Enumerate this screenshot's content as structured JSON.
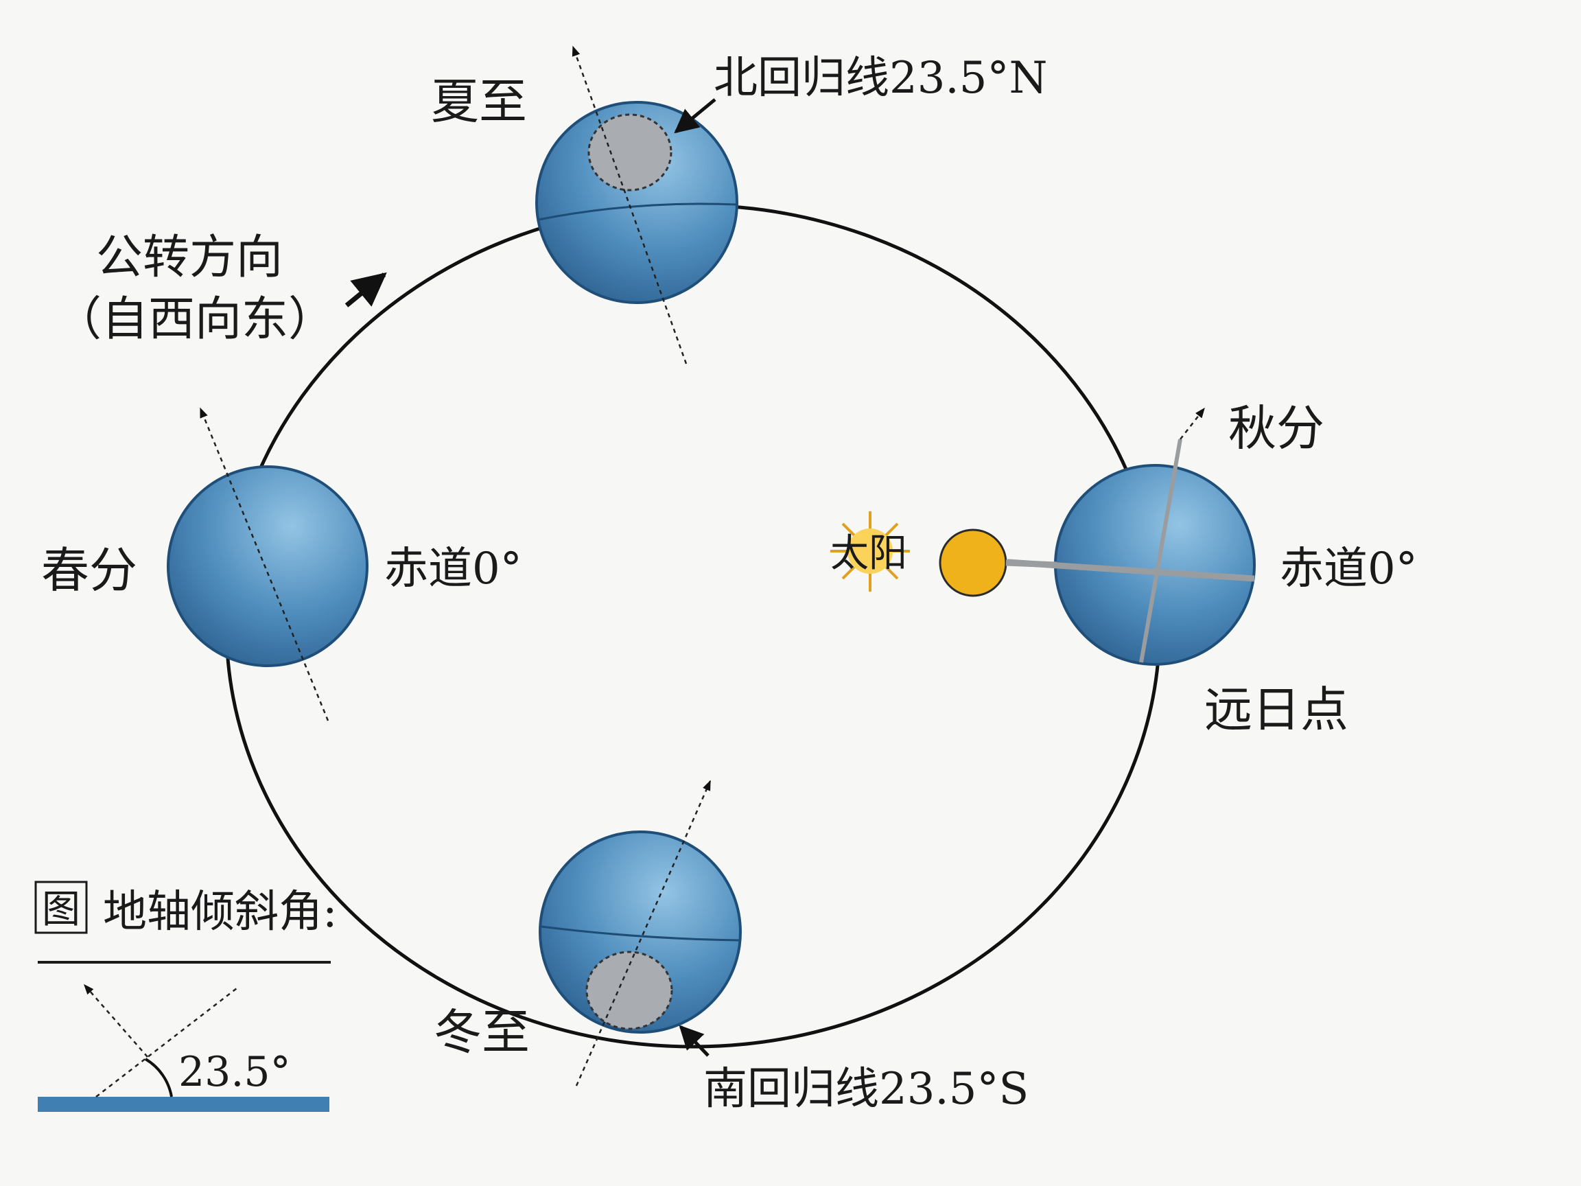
{
  "labels": {
    "summer_solstice": "夏至",
    "tropic_cancer": "北回归线23.5°N",
    "revolution_direction": "公转方向",
    "revolution_direction_sub": "（自西向东）",
    "vernal_equinox": "春分",
    "equator_left": "赤道0°",
    "sun": "太阳",
    "autumn_equinox": "秋分",
    "equator_right": "赤道0°",
    "aphelion": "远日点",
    "winter_solstice": "冬至",
    "tropic_capricorn": "南回归线23.5°S",
    "legend_box_char": "图",
    "legend_title": "地轴倾斜角:",
    "tilt_angle": "23.5°"
  },
  "colors": {
    "earth_light": "#8fbfe0",
    "earth_dark": "#2f6898",
    "earth_stroke": "#1f4f79",
    "sun_fill": "#f0b21a",
    "sun_stroke": "#2b2b2b",
    "shadow_patch": "#a9acb0",
    "ground_bar": "#3f7fb1",
    "orbit": "#111111"
  }
}
